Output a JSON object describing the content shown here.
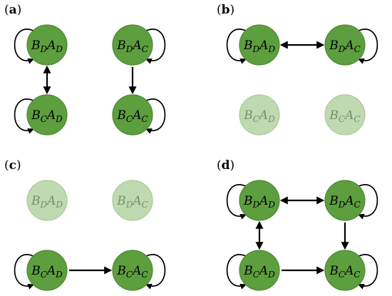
{
  "colors": {
    "node_fill": "#5d9e3f",
    "node_stroke": "#4e8a33",
    "node_faded_fill": "#bfd9b0",
    "node_faded_stroke": "#aacb98",
    "arrow": "#000000",
    "text": "#000000",
    "text_faded": "#7a8f70"
  },
  "panels": [
    {
      "label": "a",
      "nodes": [
        {
          "id": "BDAD",
          "B": "D",
          "A": "D",
          "faded": false,
          "self_loop": true
        },
        {
          "id": "BDAC",
          "B": "D",
          "A": "C",
          "faded": false,
          "self_loop": true
        },
        {
          "id": "BCAD",
          "B": "C",
          "A": "D",
          "faded": false,
          "self_loop": true
        },
        {
          "id": "BCAC",
          "B": "C",
          "A": "C",
          "faded": false,
          "self_loop": true
        }
      ],
      "edges": [
        {
          "from": "BDAD",
          "to": "BCAD",
          "kind": "bidirectional"
        },
        {
          "from": "BDAC",
          "to": "BCAC",
          "kind": "directed"
        }
      ]
    },
    {
      "label": "b",
      "nodes": [
        {
          "id": "BDAD",
          "B": "D",
          "A": "D",
          "faded": false,
          "self_loop": true
        },
        {
          "id": "BDAC",
          "B": "D",
          "A": "C",
          "faded": false,
          "self_loop": true
        },
        {
          "id": "BCAD",
          "B": "C",
          "A": "D",
          "faded": true,
          "self_loop": false
        },
        {
          "id": "BCAC",
          "B": "C",
          "A": "C",
          "faded": true,
          "self_loop": false
        }
      ],
      "edges": [
        {
          "from": "BDAD",
          "to": "BDAC",
          "kind": "bidirectional"
        }
      ]
    },
    {
      "label": "c",
      "nodes": [
        {
          "id": "BDAD",
          "B": "D",
          "A": "D",
          "faded": true,
          "self_loop": false
        },
        {
          "id": "BDAC",
          "B": "D",
          "A": "C",
          "faded": true,
          "self_loop": false
        },
        {
          "id": "BCAD",
          "B": "C",
          "A": "D",
          "faded": false,
          "self_loop": true
        },
        {
          "id": "BCAC",
          "B": "C",
          "A": "C",
          "faded": false,
          "self_loop": true
        }
      ],
      "edges": [
        {
          "from": "BCAD",
          "to": "BCAC",
          "kind": "directed"
        }
      ]
    },
    {
      "label": "d",
      "nodes": [
        {
          "id": "BDAD",
          "B": "D",
          "A": "D",
          "faded": false,
          "self_loop": true
        },
        {
          "id": "BDAC",
          "B": "D",
          "A": "C",
          "faded": false,
          "self_loop": true
        },
        {
          "id": "BCAD",
          "B": "C",
          "A": "D",
          "faded": false,
          "self_loop": true
        },
        {
          "id": "BCAC",
          "B": "C",
          "A": "C",
          "faded": false,
          "self_loop": true
        }
      ],
      "edges": [
        {
          "from": "BDAD",
          "to": "BDAC",
          "kind": "bidirectional"
        },
        {
          "from": "BDAD",
          "to": "BCAD",
          "kind": "bidirectional"
        },
        {
          "from": "BDAC",
          "to": "BCAC",
          "kind": "directed"
        },
        {
          "from": "BCAD",
          "to": "BCAC",
          "kind": "directed"
        }
      ]
    }
  ]
}
